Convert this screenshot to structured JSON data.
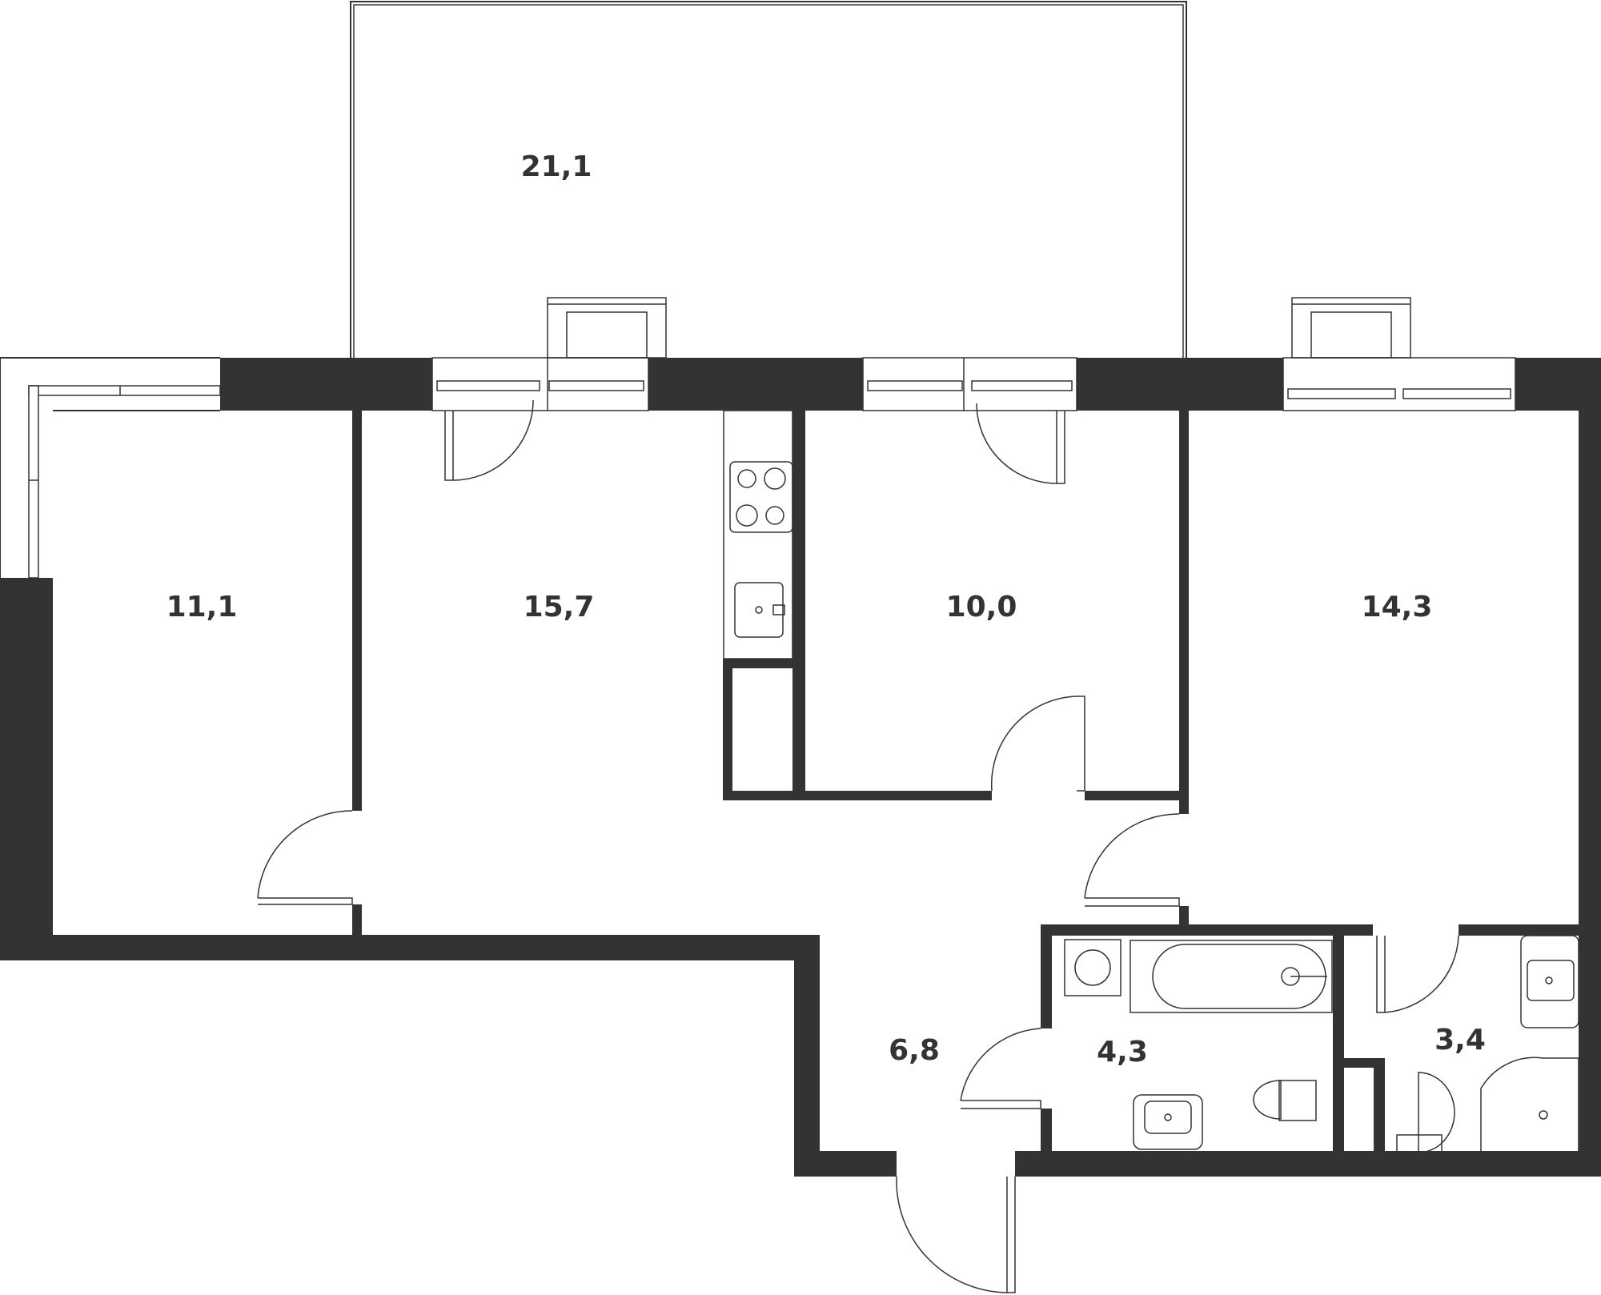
{
  "plan": {
    "rooms": [
      {
        "id": "balcony",
        "area": "21,1"
      },
      {
        "id": "bedroom-left",
        "area": "11,1"
      },
      {
        "id": "kitchen-living",
        "area": "15,7"
      },
      {
        "id": "bedroom-middle",
        "area": "10,0"
      },
      {
        "id": "bedroom-right",
        "area": "14,3"
      },
      {
        "id": "hallway",
        "area": "6,8"
      },
      {
        "id": "bathroom",
        "area": "4,3"
      },
      {
        "id": "toilet",
        "area": "3,4"
      }
    ]
  }
}
